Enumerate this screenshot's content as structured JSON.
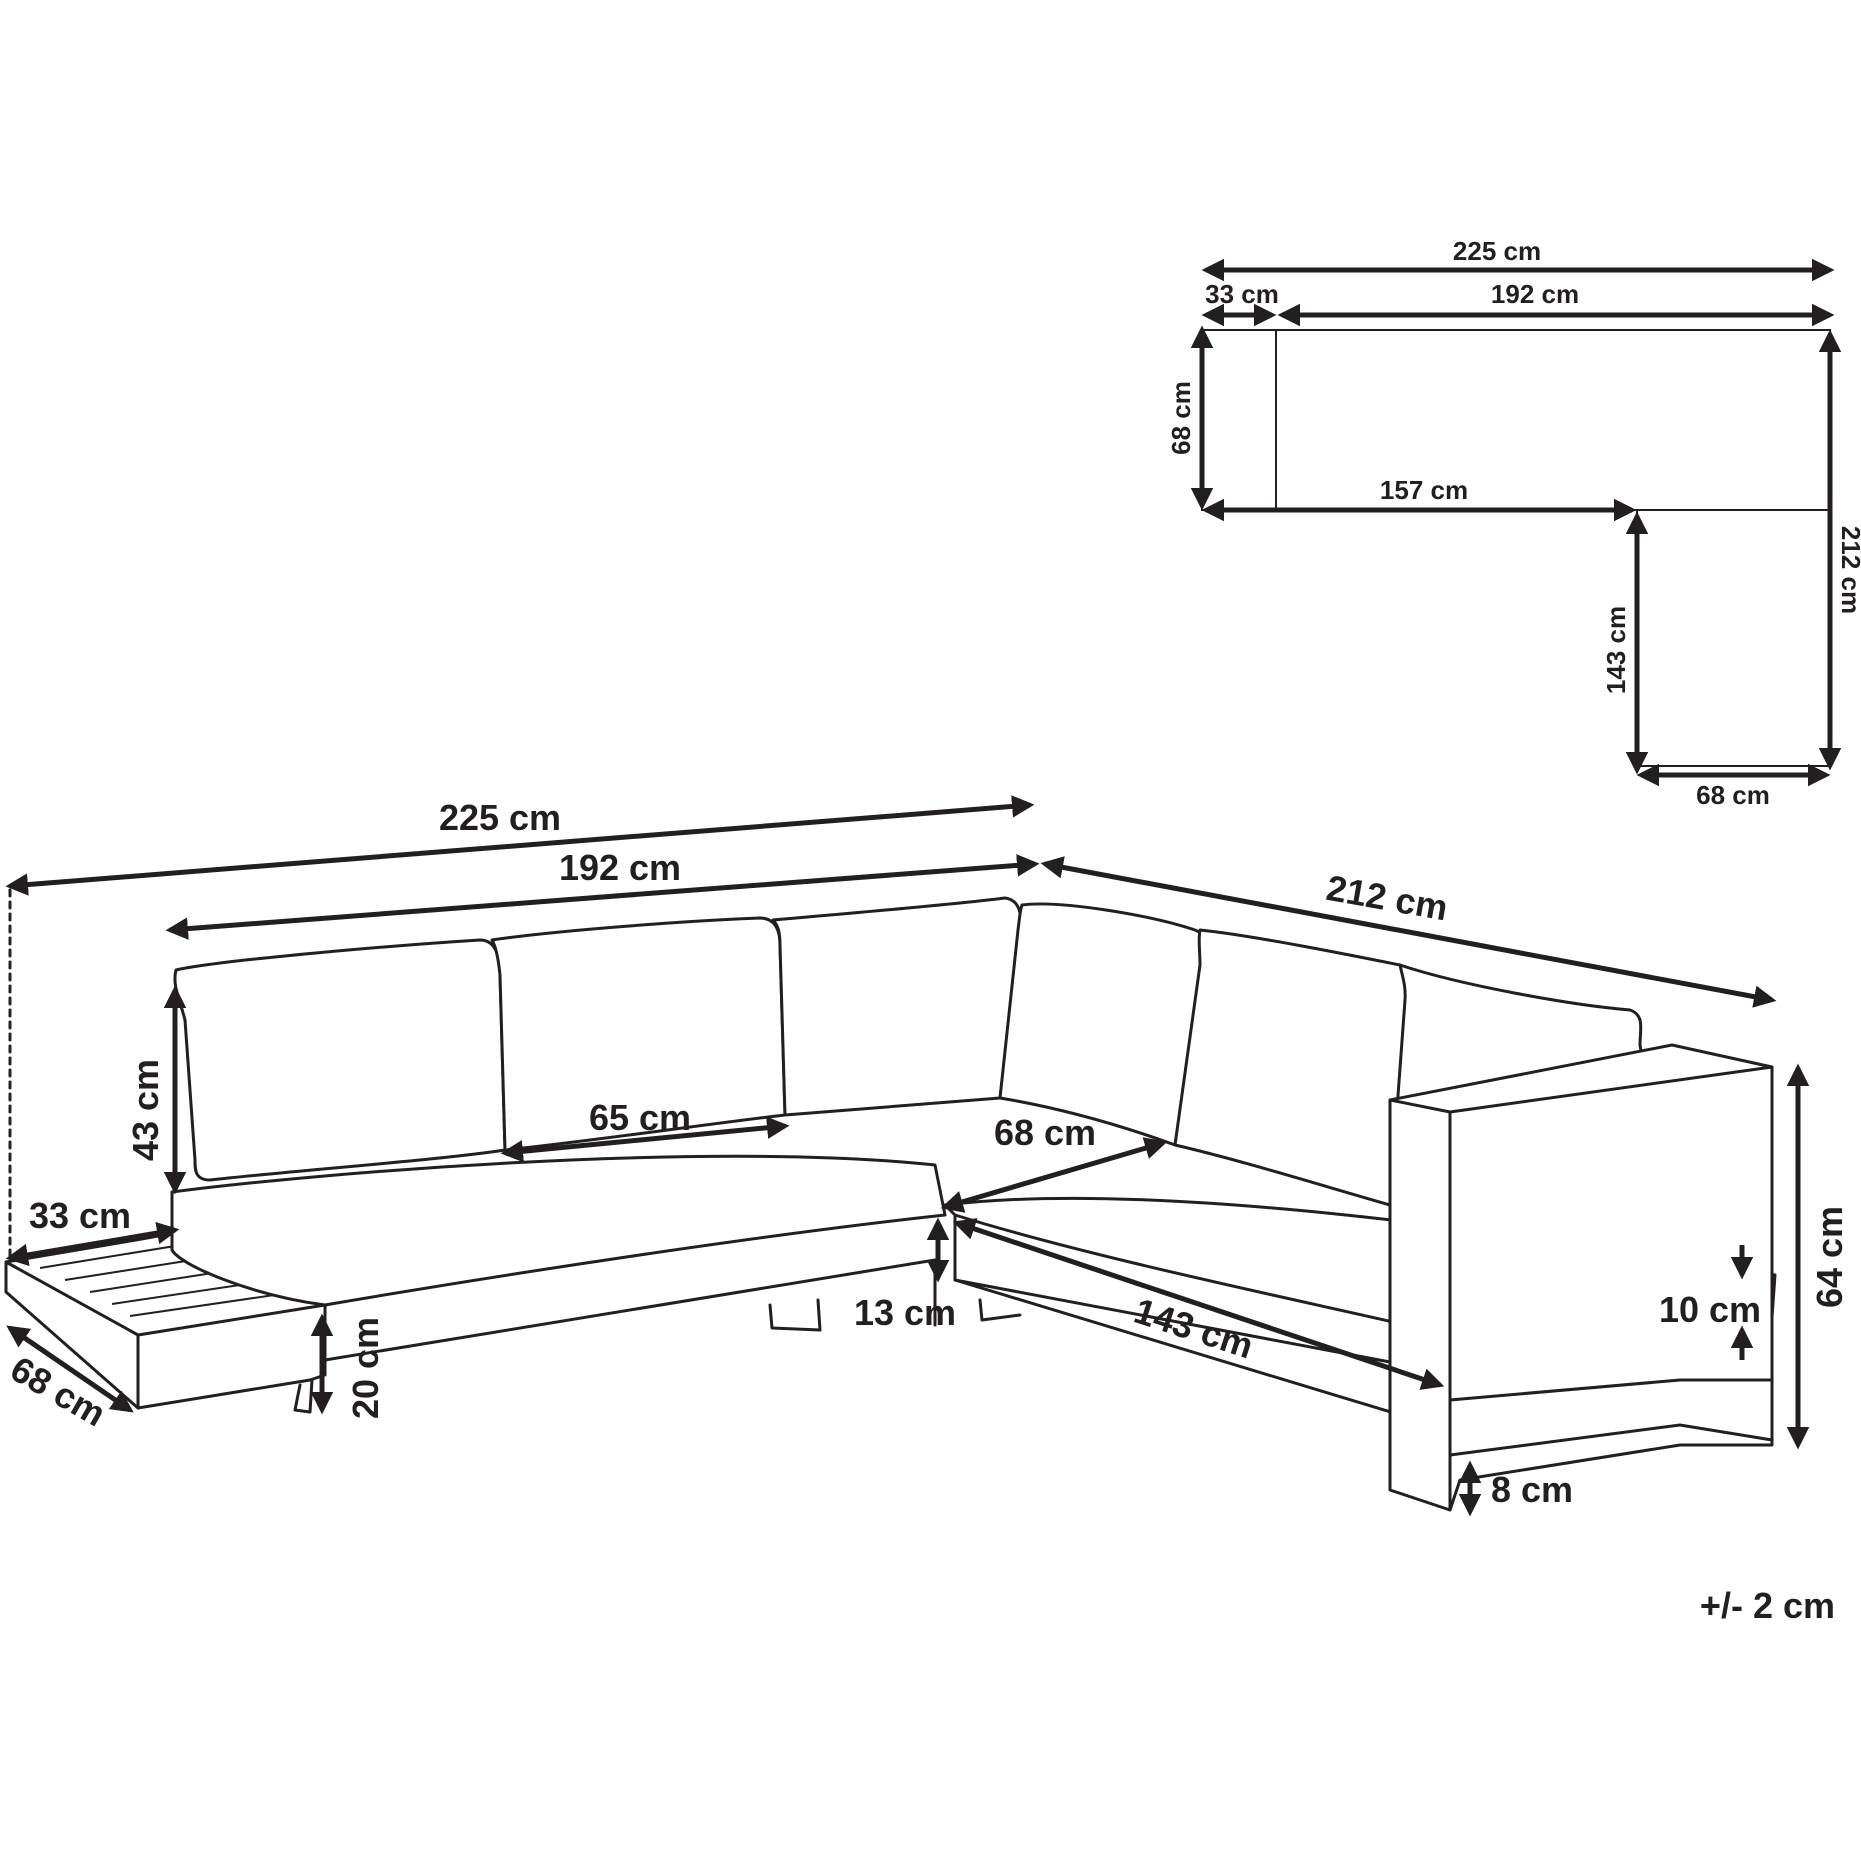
{
  "perspective": {
    "width_total": "225 cm",
    "width_back": "192 cm",
    "depth_side": "212 cm",
    "back_height": "43 cm",
    "cushion_width": "65 cm",
    "seat_depth": "68 cm",
    "table_width": "33 cm",
    "table_depth": "68 cm",
    "leg_height": "20 cm",
    "seat_cushion_height": "13 cm",
    "chaise_length": "143 cm",
    "arm_cushion": "10 cm",
    "total_height": "64 cm",
    "clearance": "8 cm"
  },
  "plan": {
    "total_width": "225 cm",
    "left_width": "33 cm",
    "right_width": "192 cm",
    "depth": "68 cm",
    "inner_length": "157 cm",
    "chaise_inner": "143 cm",
    "total_depth": "212 cm",
    "chaise_width": "68 cm"
  },
  "tolerance": "+/- 2 cm"
}
